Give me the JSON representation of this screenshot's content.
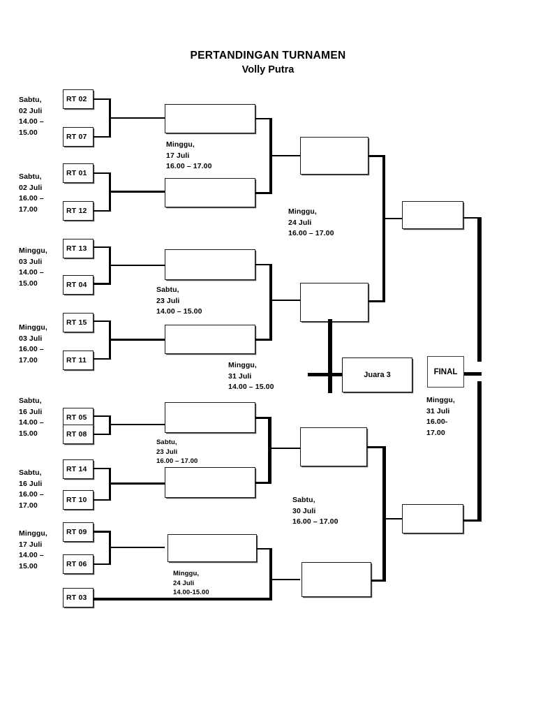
{
  "title": {
    "main": "PERTANDINGAN TURNAMEN",
    "sub": "Volly Putra"
  },
  "teams": [
    {
      "id": "rt02",
      "label": "RT 02"
    },
    {
      "id": "rt07",
      "label": "RT 07"
    },
    {
      "id": "rt01",
      "label": "RT 01"
    },
    {
      "id": "rt12",
      "label": "RT 12"
    },
    {
      "id": "rt13",
      "label": "RT 13"
    },
    {
      "id": "rt04",
      "label": "RT 04"
    },
    {
      "id": "rt15",
      "label": "RT 15"
    },
    {
      "id": "rt11",
      "label": "RT 11"
    },
    {
      "id": "rt05",
      "label": "RT 05"
    },
    {
      "id": "rt08",
      "label": "RT 08"
    },
    {
      "id": "rt14",
      "label": "RT 14"
    },
    {
      "id": "rt10",
      "label": "RT 10"
    },
    {
      "id": "rt09",
      "label": "RT 09"
    },
    {
      "id": "rt06",
      "label": "RT 06"
    },
    {
      "id": "rt03",
      "label": "RT 03"
    }
  ],
  "round1_schedules": [
    {
      "id": "r1m1",
      "text": "Sabtu,\n02 Juli\n14.00 –\n15.00"
    },
    {
      "id": "r1m2",
      "text": "Sabtu,\n02 Juli\n16.00 –\n17.00"
    },
    {
      "id": "r1m3",
      "text": "Minggu,\n03 Juli\n14.00 –\n15.00"
    },
    {
      "id": "r1m4",
      "text": "Minggu,\n03 Juli\n16.00 –\n17.00"
    },
    {
      "id": "r1m5",
      "text": "Sabtu,\n16 Juli\n14.00 –\n15.00"
    },
    {
      "id": "r1m6",
      "text": "Sabtu,\n16 Juli\n16.00 –\n17.00"
    },
    {
      "id": "r1m7",
      "text": "Minggu,\n 17 Juli\n14.00 –\n15.00"
    }
  ],
  "round2_schedules": [
    {
      "id": "r2m1",
      "text": "Minggu,\n 17 Juli\n16.00 – 17.00"
    },
    {
      "id": "r2m2",
      "text": "Sabtu,\n 23 Juli\n14.00 – 15.00"
    },
    {
      "id": "r2m3",
      "text": "Sabtu,\n 23 Juli\n16.00 – 17.00"
    },
    {
      "id": "r2m4",
      "text": "Minggu,\n 24 Juli\n14.00-15.00"
    }
  ],
  "semifinal_schedules": [
    {
      "id": "sf1",
      "text": "Minggu,\n 24 Juli\n16.00 – 17.00"
    },
    {
      "id": "sf2",
      "text": "Sabtu,\n 30 Juli\n16.00 – 17.00"
    }
  ],
  "third_place": {
    "label": "Juara 3",
    "schedule": "Minggu,\n 31 Juli\n14.00 – 15.00"
  },
  "final": {
    "label": "FINAL",
    "schedule": "Minggu,\n 31 Juli\n16.00-\n17.00"
  }
}
